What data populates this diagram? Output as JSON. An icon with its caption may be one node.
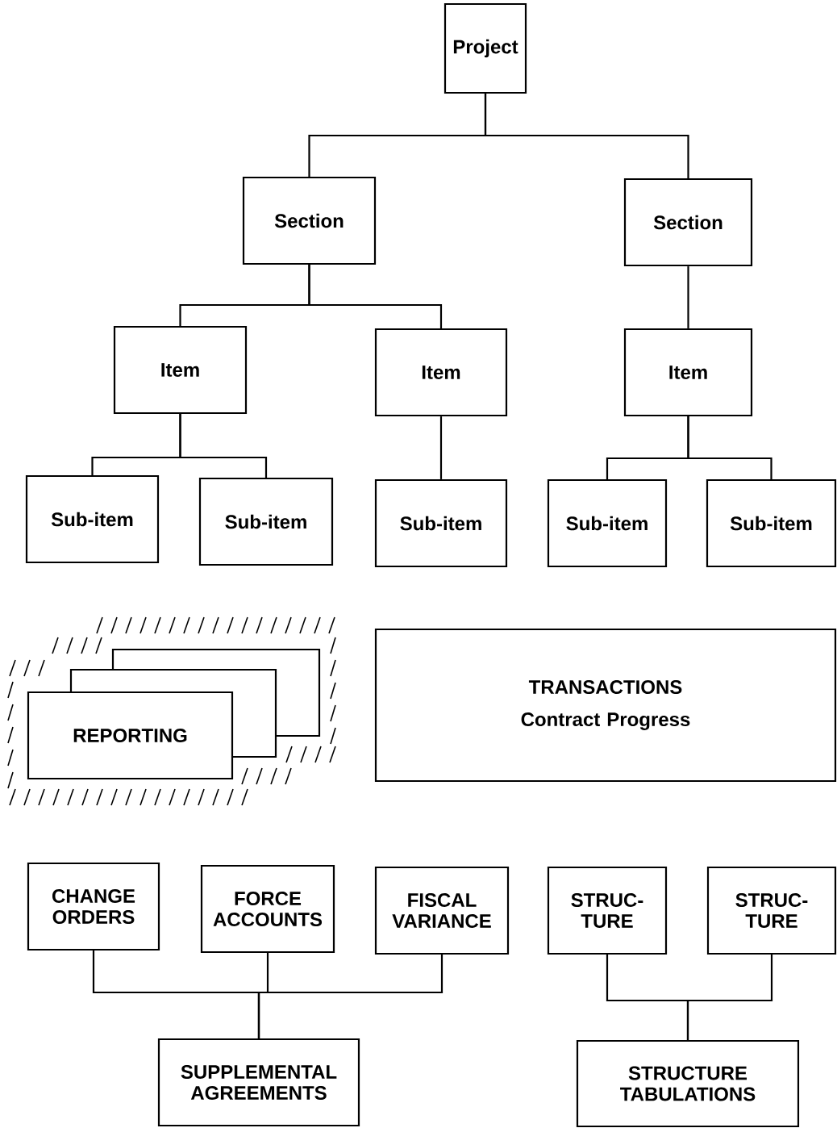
{
  "diagram": {
    "nodes": [
      {
        "text": [
          "Project"
        ]
      },
      {
        "text": [
          "Section"
        ]
      },
      {
        "text": [
          "Section"
        ]
      },
      {
        "text": [
          "Item"
        ]
      },
      {
        "text": [
          "Item"
        ]
      },
      {
        "text": [
          "Item"
        ]
      },
      {
        "text": [
          "Sub-item"
        ]
      },
      {
        "text": [
          "Sub-item"
        ]
      },
      {
        "text": [
          "Sub-item"
        ]
      },
      {
        "text": [
          "Sub-item"
        ]
      },
      {
        "text": [
          "Sub-item"
        ]
      },
      {
        "text": [
          "REPORTING"
        ]
      },
      {
        "text": [
          "TRANSACTIONS",
          "Contract Progress"
        ]
      },
      {
        "text": [
          "CHANGE ORDERS"
        ]
      },
      {
        "text": [
          "FORCE ACCOUNTS"
        ]
      },
      {
        "text": [
          "FISCAL VARIANCE"
        ]
      },
      {
        "text": [
          "STRUC- TURE"
        ]
      },
      {
        "text": [
          "STRUC- TURE"
        ]
      },
      {
        "text": [
          "SUPPLEMENTAL AGREEMENTS"
        ]
      },
      {
        "text": [
          "STRUCTURE TABULATIONS"
        ]
      }
    ],
    "edges": [
      {
        "from": 0,
        "to": 1,
        "arrow": "none"
      },
      {
        "from": 0,
        "to": 2,
        "arrow": "none"
      },
      {
        "from": 1,
        "to": 3,
        "arrow": "none"
      },
      {
        "from": 1,
        "to": 4,
        "arrow": "none"
      },
      {
        "from": 2,
        "to": 5,
        "arrow": "none"
      },
      {
        "from": 3,
        "to": 6,
        "arrow": "none"
      },
      {
        "from": 3,
        "to": 7,
        "arrow": "none"
      },
      {
        "from": 4,
        "to": 8,
        "arrow": "none"
      },
      {
        "from": 5,
        "to": 9,
        "arrow": "none"
      },
      {
        "from": 5,
        "to": 10,
        "arrow": "none"
      },
      {
        "from": 13,
        "to": 18,
        "arrow": "none"
      },
      {
        "from": 14,
        "to": 18,
        "arrow": "none"
      },
      {
        "from": 15,
        "to": 18,
        "arrow": "none"
      },
      {
        "from": 16,
        "to": 19,
        "arrow": "none"
      },
      {
        "from": 17,
        "to": 19,
        "arrow": "none"
      }
    ]
  }
}
